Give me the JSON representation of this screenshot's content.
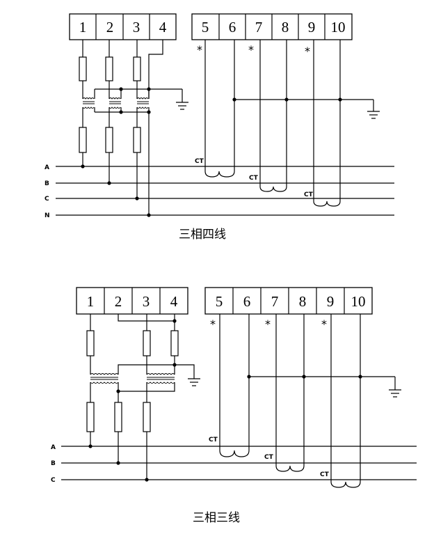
{
  "diagrams": [
    {
      "caption": "三相四线",
      "terminals": [
        "1",
        "2",
        "3",
        "4",
        "5",
        "6",
        "7",
        "8",
        "9",
        "10"
      ],
      "phases": [
        "A",
        "B",
        "C",
        "N"
      ],
      "ct_labels": [
        "CT",
        "CT",
        "CT"
      ],
      "polarity_marks": [
        "*",
        "*",
        "*"
      ]
    },
    {
      "caption": "三相三线",
      "terminals": [
        "1",
        "2",
        "3",
        "4",
        "5",
        "6",
        "7",
        "8",
        "9",
        "10"
      ],
      "phases": [
        "A",
        "B",
        "C"
      ],
      "ct_labels": [
        "CT",
        "CT",
        "CT"
      ],
      "polarity_marks": [
        "*",
        "*",
        "*"
      ]
    }
  ]
}
